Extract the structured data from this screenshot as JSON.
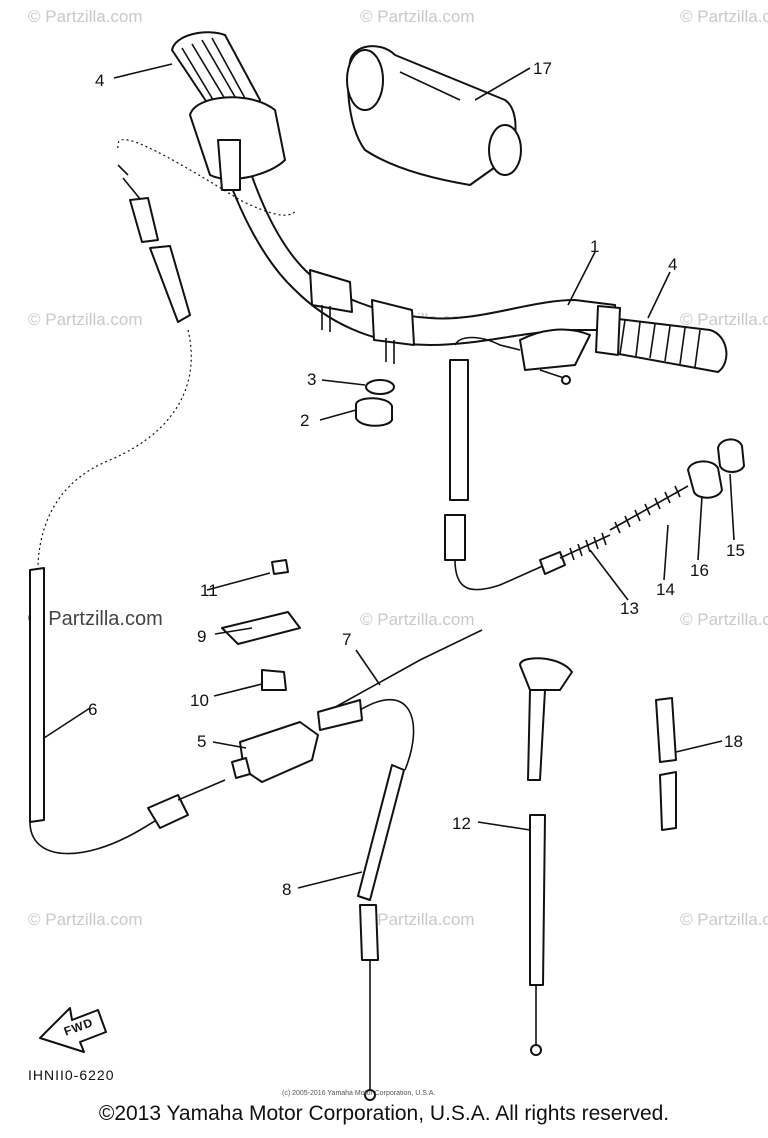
{
  "watermarks": [
    "© Partzilla.com",
    "© Partzilla.com",
    "© Partzilla.com",
    "© Partzilla.com",
    "© Partzilla.com",
    "© Partzilla.com",
    "© Partzilla.com",
    "© Partzilla.com",
    "© Partzilla.com",
    "© Partzilla.com"
  ],
  "callouts": {
    "c1": "1",
    "c2": "2",
    "c3": "3",
    "c4a": "4",
    "c4b": "4",
    "c5": "5",
    "c6": "6",
    "c7": "7",
    "c8": "8",
    "c9": "9",
    "c10": "10",
    "c11": "11",
    "c12": "12",
    "c13": "13",
    "c14": "14",
    "c15": "15",
    "c16": "16",
    "c17": "17",
    "c18": "18"
  },
  "fwd_label": "FWD",
  "drawing_code": "IHNII0-6220",
  "small_copyright": "(c) 2005-2016 Yamaha Motor Corporation, U.S.A.",
  "copyright": "©2013 Yamaha Motor Corporation, U.S.A. All rights reserved."
}
